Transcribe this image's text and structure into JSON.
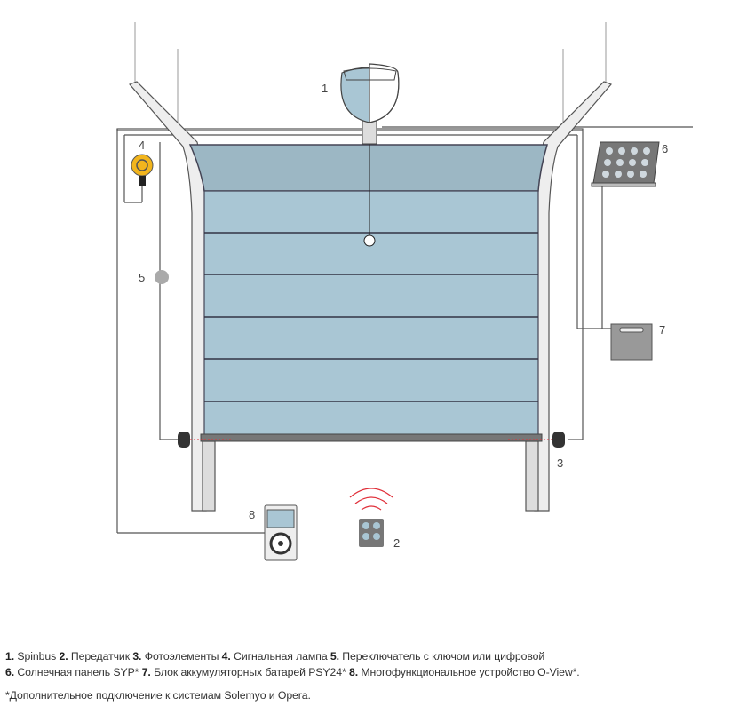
{
  "diagram": {
    "labels": {
      "motor": "1",
      "transmitter": "2",
      "photocells": "3",
      "lamp": "4",
      "key_switch": "5",
      "solar_panel": "6",
      "battery": "7",
      "oview": "8"
    },
    "colors": {
      "door": "#a9c6d4",
      "door_top": "#9cb7c4",
      "lamp": "#f2b51d",
      "signal": "#e0303a"
    }
  },
  "legend": {
    "items": [
      {
        "num": "1.",
        "text": "Spinbus"
      },
      {
        "num": "2.",
        "text": "Передатчик"
      },
      {
        "num": "3.",
        "text": "Фотоэлементы"
      },
      {
        "num": "4.",
        "text": "Сигнальная лампа"
      },
      {
        "num": "5.",
        "text": "Переключатель с ключом или цифровой"
      },
      {
        "num": "6.",
        "text": "Солнечная панель SYP*"
      },
      {
        "num": "7.",
        "text": "Блок аккумуляторных батарей PSY24*"
      },
      {
        "num": "8.",
        "text": "Многофункциональное устройство O-View*."
      }
    ],
    "note": "*Дополнительное подключение к системам Solemyo и Opera."
  }
}
